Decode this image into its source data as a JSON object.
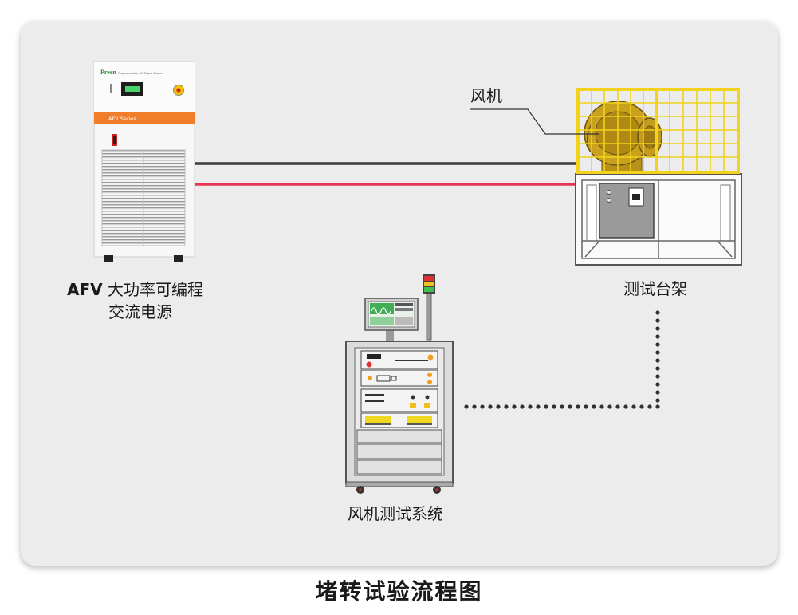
{
  "caption": "堵转试验流程图",
  "power_source": {
    "label_line1_bold": "AFV",
    "label_line1_rest": " 大功率可编程",
    "label_line2": "交流电源",
    "brand": "Preen",
    "model_text": "Programmable AC Power Source",
    "series_band": "AFV Series"
  },
  "fan": {
    "label": "风机"
  },
  "test_rack": {
    "label": "测试台架"
  },
  "test_system": {
    "label": "风机测试系统"
  },
  "colors": {
    "panel": "#ececec",
    "band_orange": "#f07d2a",
    "wire_black": "#3a3a3a",
    "wire_red": "#e8354f",
    "cage_yellow": "#f2d21a",
    "fan_gold": "#b8911a"
  }
}
